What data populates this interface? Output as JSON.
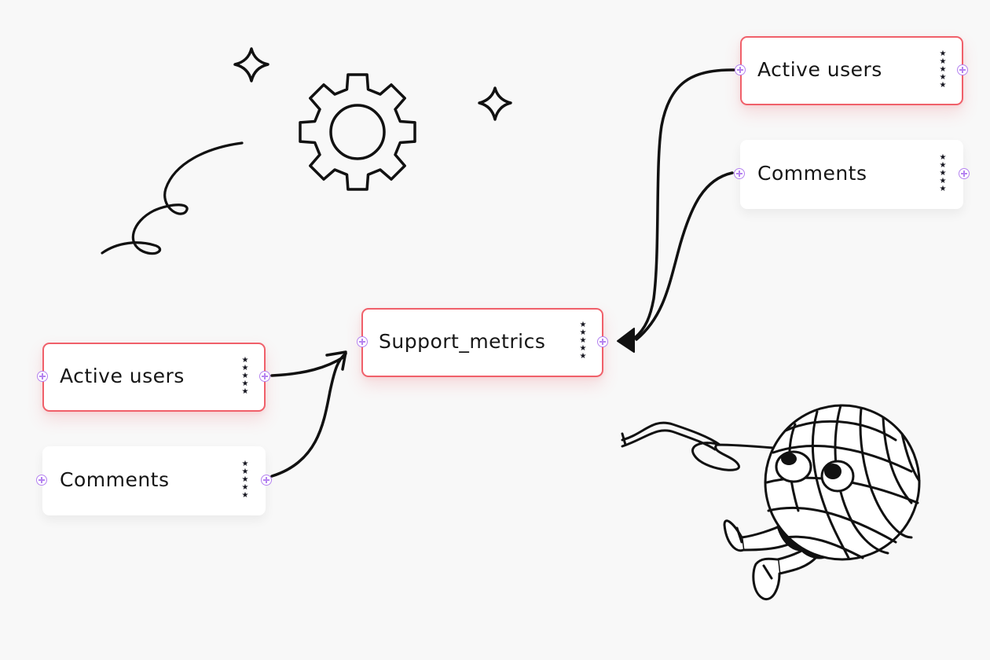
{
  "nodes": {
    "support_metrics": {
      "label": "Support_metrics",
      "selected": true
    },
    "left_active_users": {
      "label": "Active users",
      "selected": true
    },
    "left_comments": {
      "label": "Comments",
      "selected": false
    },
    "right_active_users": {
      "label": "Active users",
      "selected": true
    },
    "right_comments": {
      "label": "Comments",
      "selected": false
    }
  },
  "colors": {
    "background": "#f8f8f8",
    "selected_border": "#f0606a",
    "port": "#b583f0",
    "ink": "#161616"
  },
  "icons": {
    "drag_handle": "five-star-column",
    "port": "plus-circle",
    "decorations": [
      "sparkle-icon",
      "gear-icon",
      "squiggle-doodle",
      "yarn-ball-character"
    ]
  }
}
